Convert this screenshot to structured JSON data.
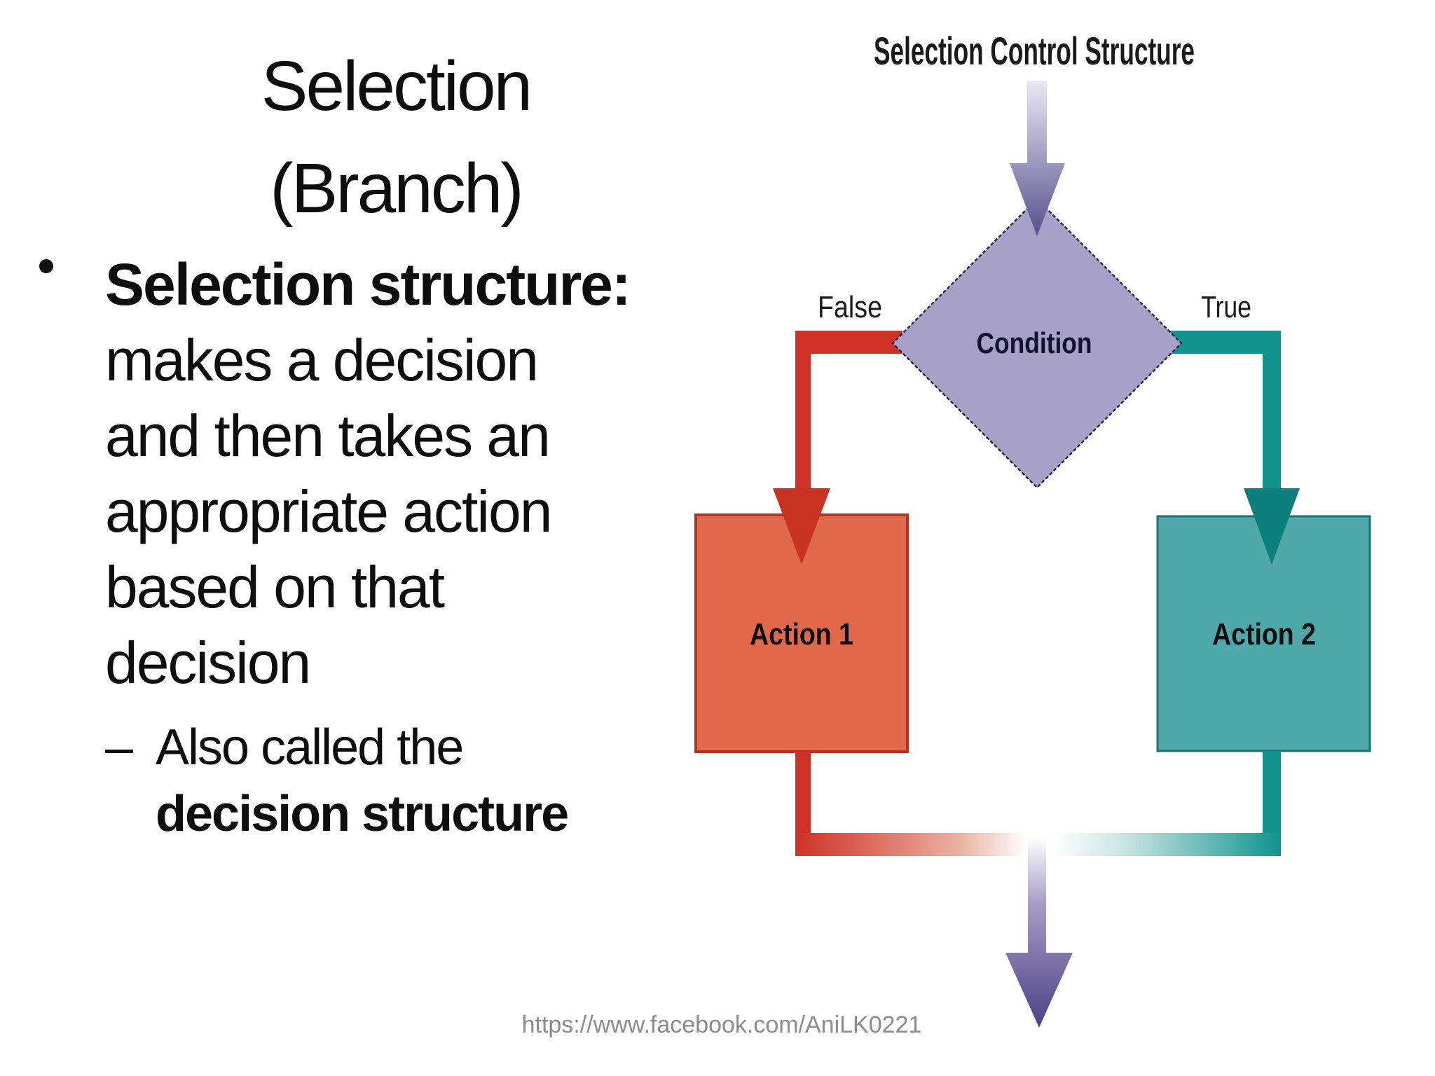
{
  "slide": {
    "title_line1": "Selection",
    "title_line2": "(Branch)",
    "bullet": {
      "lead": "Selection structure:",
      "lines": [
        "makes a decision",
        "and then takes an",
        "appropriate action",
        "based on that",
        "decision"
      ],
      "sub": {
        "dash": "–",
        "line1": "Also called the",
        "line2": "decision structure"
      }
    },
    "footer_url": "https://www.facebook.com/AniLK0221"
  },
  "diagram": {
    "title": "Selection Control Structure",
    "condition_label": "Condition",
    "false_label": "False",
    "true_label": "True",
    "action1_label": "Action 1",
    "action2_label": "Action 2",
    "colors": {
      "red_line": "#ce3126",
      "red_head": "#c93322",
      "orange_box": "#e0694b",
      "orange_border": "#b5321f",
      "teal_line": "#12938e",
      "teal_head": "#0e807c",
      "teal_box": "#4fa9a8",
      "teal_border": "#1d7170",
      "purple_fill": "#a7a1c7",
      "purple_border": "#2b2653",
      "purple_dark": "#57508c",
      "purple_deep": "#4c4184",
      "arrow_light": "#eae7f4",
      "label_text": "#141031",
      "footer_gray": "#8b8b8b"
    }
  }
}
